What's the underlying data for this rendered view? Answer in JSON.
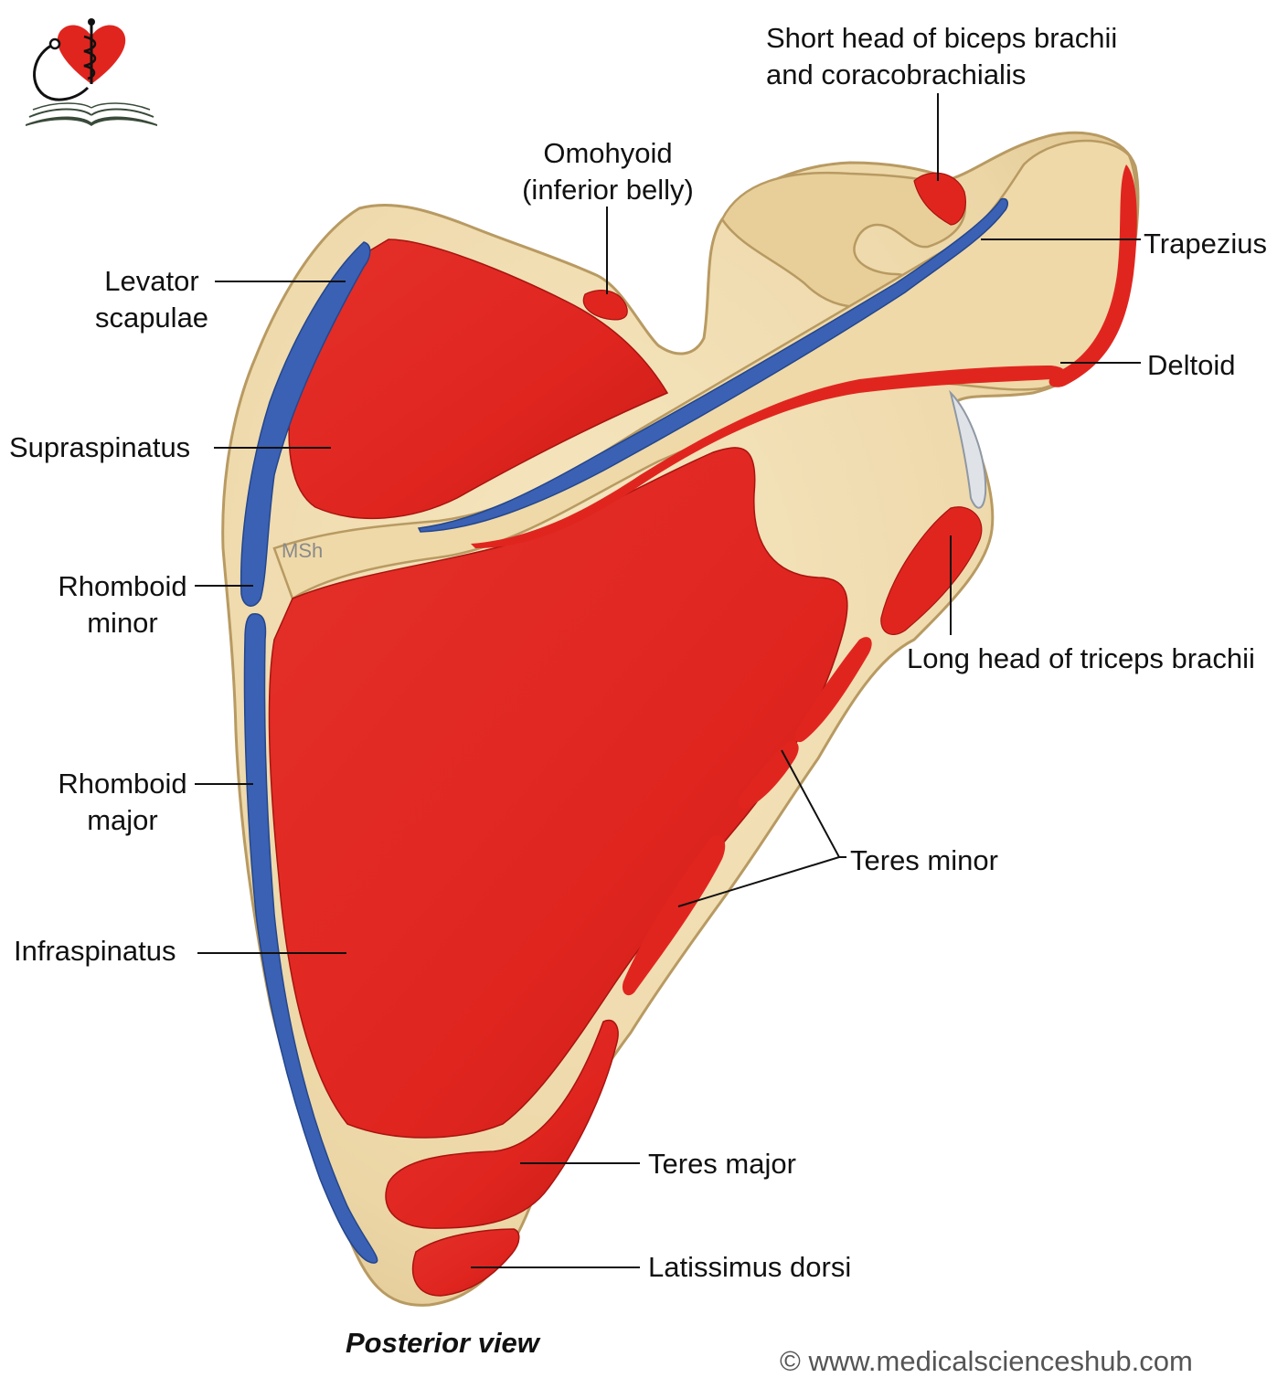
{
  "title": "Posterior view",
  "credit": "© www.medicalscienceshub.com",
  "watermark": "MSh",
  "logo": {
    "icon": "heart-caduceus-book-icon"
  },
  "labels": {
    "short_head": [
      "Short head of biceps brachii",
      "and coracobrachialis"
    ],
    "omohyoid": [
      "Omohyoid",
      "(inferior belly)"
    ],
    "levator": [
      "Levator",
      "scapulae"
    ],
    "trapezius": "Trapezius",
    "deltoid": "Deltoid",
    "supraspinatus": "Supraspinatus",
    "rhomboid_minor": [
      "Rhomboid",
      "minor"
    ],
    "long_head": "Long head of triceps brachii",
    "rhomboid_major": [
      "Rhomboid",
      "major"
    ],
    "teres_minor": "Teres minor",
    "infraspinatus": "Infraspinatus",
    "teres_major": "Teres major",
    "latissimus": "Latissimus dorsi"
  },
  "colors": {
    "bone": "#ecd6a6",
    "bone_edge": "#b89a62",
    "origin": "#e0251f",
    "insertion": "#3b61b4",
    "cartilage": "#dfe3e8"
  }
}
